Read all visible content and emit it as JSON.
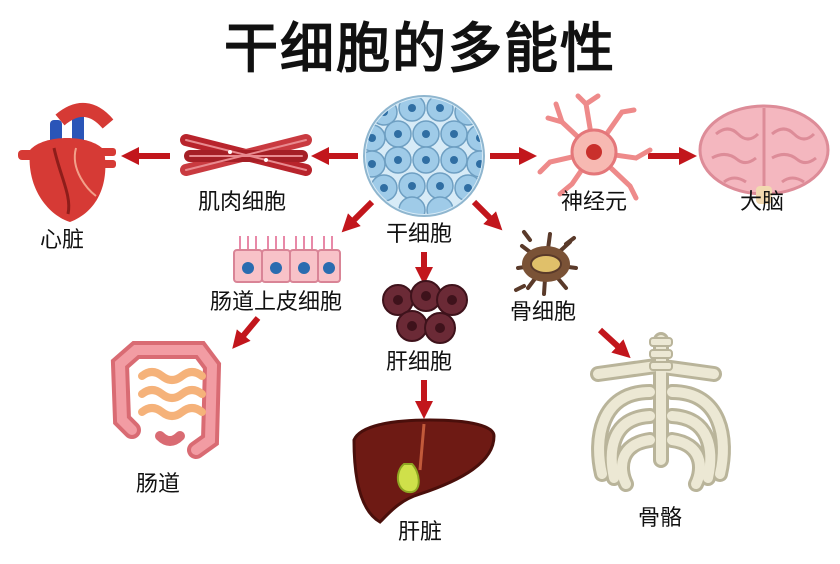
{
  "title": "干细胞的多能性",
  "labels": {
    "stem_cell": "干细胞",
    "muscle_cell": "肌肉细胞",
    "heart": "心脏",
    "neuron": "神经元",
    "brain": "大脑",
    "intestinal_epithelial_cell": "肠道上皮细胞",
    "intestine": "肠道",
    "liver_cell": "肝细胞",
    "liver": "肝脏",
    "bone_cell": "骨细胞",
    "skeleton": "骨骼"
  },
  "colors": {
    "arrow": "#c2161c",
    "stem_cell_fill": "#bcdcf0",
    "heart": "#d63a35",
    "brain": "#f2b6bd",
    "liver": "#6e1a14",
    "bone": "#ece8d4"
  }
}
